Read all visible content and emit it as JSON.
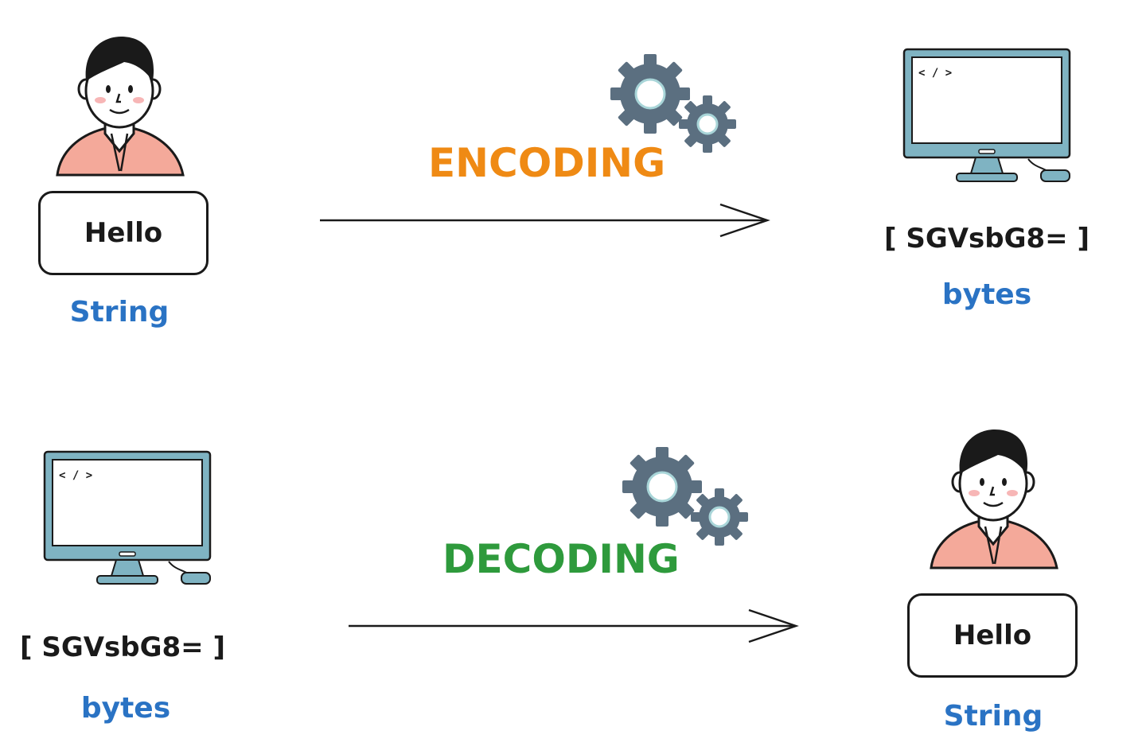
{
  "encoding": {
    "label": "ENCODING",
    "label_color": "#ef8a14",
    "source": {
      "text": "Hello",
      "type": "String"
    },
    "target": {
      "code_prompt": "< / >",
      "text": "[ SGVsbG8= ]",
      "type": "bytes"
    }
  },
  "decoding": {
    "label": "DECODING",
    "label_color": "#2e9a3c",
    "source": {
      "code_prompt": "< / >",
      "text": "[ SGVsbG8= ]",
      "type": "bytes"
    },
    "target": {
      "text": "Hello",
      "type": "String"
    }
  },
  "colors": {
    "type_label": "#2a73c4",
    "monitor": "#7fb3c2",
    "gear": "#5b6f80",
    "shirt": "#f4a99a"
  }
}
